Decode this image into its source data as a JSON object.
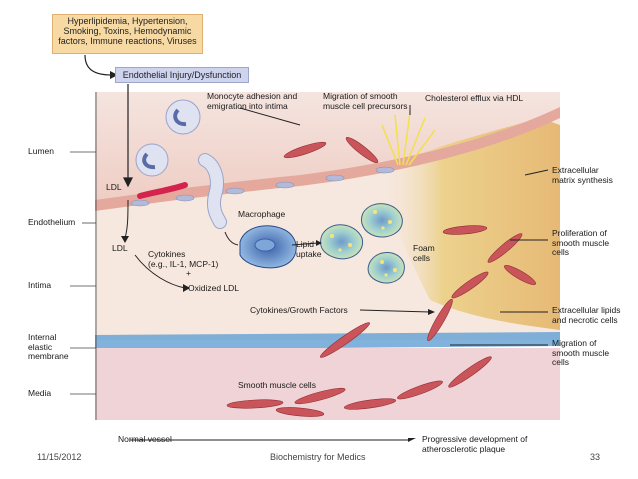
{
  "risk_factors": {
    "lines": [
      "Hyperlipidemia, Hypertension,",
      "Smoking, Toxins, Hemodynamic",
      "factors, Immune reactions, Viruses"
    ]
  },
  "endothelial_injury": "Endothelial Injury/Dysfunction",
  "layers": {
    "lumen": "Lumen",
    "endothelium": "Endothelium",
    "intima": "Intima",
    "internal_elastic_membrane": [
      "Internal",
      "elastic",
      "membrane"
    ],
    "media": "Media"
  },
  "annotations": {
    "monocyte": [
      "Monocyte adhesion and",
      "emigration into intima"
    ],
    "migration_precursors": [
      "Migration of smooth",
      "muscle cell precursors"
    ],
    "cholesterol_efflux": "Cholesterol efflux via HDL",
    "ldl_top": "LDL",
    "ldl_bottom": "LDL",
    "macrophage": "Macrophage",
    "cytokines": [
      "Cytokines",
      "(e.g., IL-1, MCP-1)",
      "+"
    ],
    "oxidized_ldl": "Oxidized LDL",
    "lipid_uptake": [
      "Lipid",
      "uptake"
    ],
    "foam_cells": [
      "Foam",
      "cells"
    ],
    "cytokines_growth": "Cytokines/Growth Factors",
    "smooth_muscle_cells": "Smooth muscle cells",
    "extracellular_matrix": [
      "Extracellular",
      "matrix synthesis"
    ],
    "proliferation": [
      "Proliferation of",
      "smooth muscle",
      "cells"
    ],
    "extracellular_lipids": [
      "Extracellular lipids",
      "and necrotic cells"
    ],
    "migration_smc": [
      "Migration of",
      "smooth muscle",
      "cells"
    ]
  },
  "axis": {
    "start": "Normal vessel",
    "end": [
      "Progressive development of",
      "atherosclerotic plaque"
    ]
  },
  "footer": {
    "date": "11/15/2012",
    "title": "Biochemistry for Medics",
    "page": "33"
  },
  "colors": {
    "lumen": "#f2dcd6",
    "endothelium": "#e7b9ad",
    "intima": "#f6e7dd",
    "iem": "#6aa5d6",
    "media": "#efd3d4",
    "smc": "#c9545a",
    "macrophage": "#4d82c4",
    "foam": "#8cc7cf",
    "plaque": "#e8c36a"
  }
}
